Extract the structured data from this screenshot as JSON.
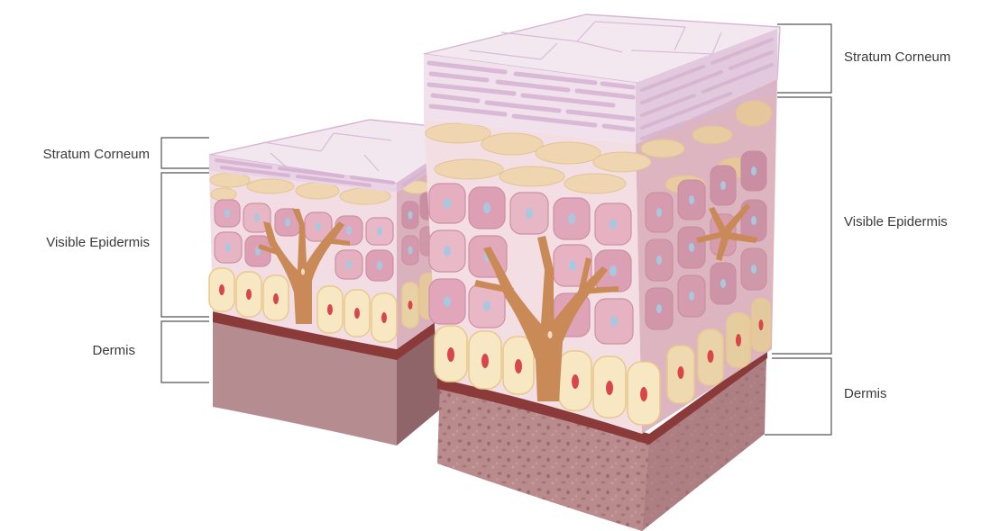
{
  "left_block": {
    "labels": {
      "stratum_corneum": "Stratum Corneum",
      "visible_epidermis": "Visible Epidermis",
      "dermis": "Dermis"
    }
  },
  "right_block": {
    "labels": {
      "stratum_corneum": "Stratum Corneum",
      "visible_epidermis": "Visible Epidermis",
      "dermis": "Dermis"
    }
  },
  "colors": {
    "corneum": "#f1e6ef",
    "corneum_line": "#d9bcd7",
    "granular": "#f3dfc0",
    "granular_cell": "#ecd5ae",
    "spinous_bg": "#f2dce3",
    "spinous_cell": "#e3aebf",
    "spinous_cell_dark": "#d995ab",
    "nucleus_blue": "#a9c8df",
    "basal_cell": "#f6e6c4",
    "basal_nucleus": "#d9494d",
    "melanocyte": "#c98a57",
    "basement": "#8c3b3b",
    "dermis_smooth": "#b88e92",
    "dermis_textured": "#b88a8c",
    "bracket": "#555555",
    "label_text": "#3a3a3a"
  }
}
